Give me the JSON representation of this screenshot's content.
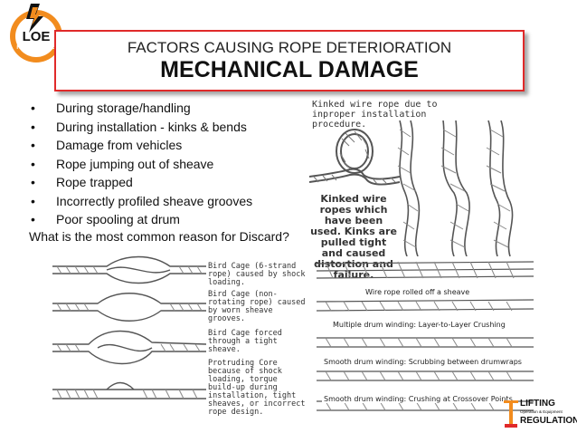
{
  "logo": {
    "text_main": "LOE",
    "text_sub": "REGULATIONS"
  },
  "title": {
    "line1": "FACTORS CAUSING ROPE DETERIORATION",
    "line2": "MECHANICAL DAMAGE"
  },
  "bullets": [
    "During storage/handling",
    "During installation - kinks & bends",
    "Damage from vehicles",
    "Rope jumping out of sheave",
    "Rope trapped",
    "Incorrectly profiled sheave grooves",
    "Poor spooling at drum"
  ],
  "bullet_symbol": "•",
  "question": "What is the most common reason for Discard?",
  "figures": {
    "kinked_caption": "Kinked wire rope due to inproper installation procedure.",
    "kinked_ropes_caption": "Kinked wire ropes which have been used. Kinks are pulled tight and caused distortion and failure.",
    "bird_cage_1": "Bird Cage (6-strand rope) caused by shock loading.",
    "bird_cage_2": "Bird Cage (non-rotating rope) caused by worn sheave grooves.",
    "bird_cage_3": "Bird Cage forced through a tight sheave.",
    "protruding_core": "Protruding Core because of shock loading, torque build-up during installation, tight sheaves, or incorrect rope design.",
    "rolled_off": "Wire rope rolled off a sheave",
    "layer_crushing": "Multiple drum winding: Layer-to-Layer Crushing",
    "scrubbing": "Smooth drum winding: Scrubbing between drumwraps",
    "crossover": "Smooth drum winding: Crushing at Crossover Points"
  },
  "footer_logo": {
    "line1": "LIFTING",
    "line2": "Operation & Equipment",
    "line3": "REGULATIONS"
  },
  "colors": {
    "accent_red": "#e02a2a",
    "logo_orange": "#f28c1e",
    "text": "#111111"
  }
}
